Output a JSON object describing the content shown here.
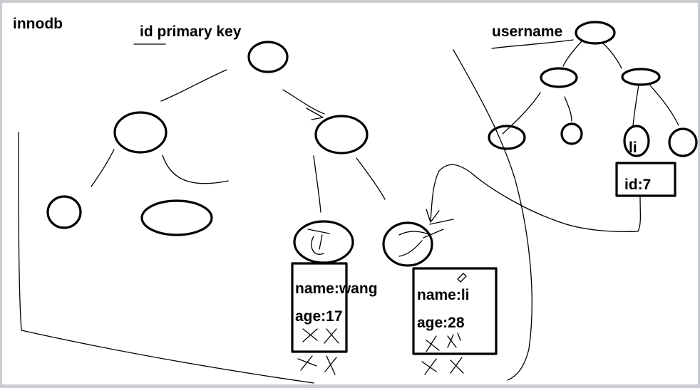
{
  "labels": {
    "engine": "innodb",
    "primary_index": "id primary key",
    "secondary_index": "username",
    "secondary_leaf_key": "li",
    "secondary_leaf_value": "id:7",
    "row1_name": "name:wang",
    "row1_age": "age:17",
    "row2_name": "name:li",
    "row2_age": "age:28"
  }
}
